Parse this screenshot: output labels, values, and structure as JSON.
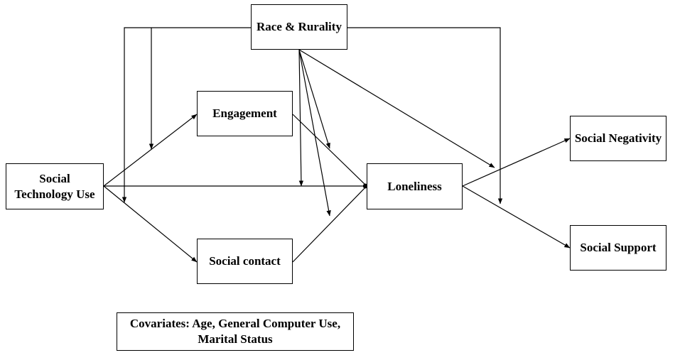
{
  "nodes": {
    "race_rurality": "Race & Rurality",
    "engagement": "Engagement",
    "social_technology_use": "Social Technology Use",
    "loneliness": "Loneliness",
    "social_negativity": "Social Negativity",
    "social_support": "Social Support",
    "social_contact": "Social contact",
    "covariates": "Covariates: Age, General Computer Use, Marital Status"
  },
  "colors": {
    "line": "#000000",
    "background": "#ffffff"
  }
}
